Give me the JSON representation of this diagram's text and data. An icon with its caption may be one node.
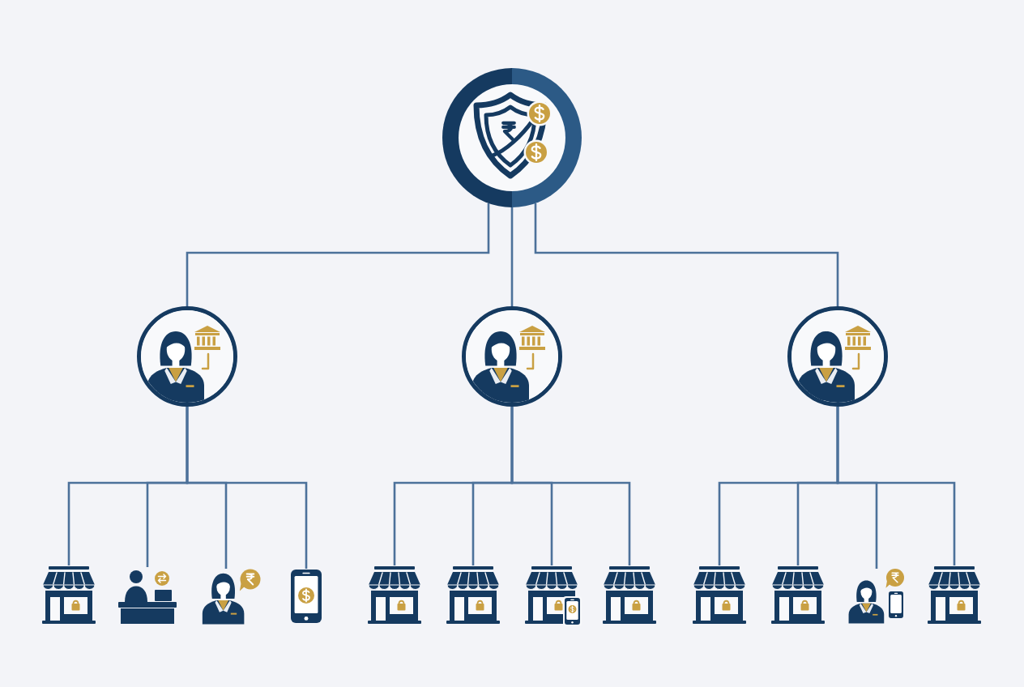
{
  "diagram": {
    "nodes": [
      {
        "text": [],
        "shape": "circle"
      },
      {
        "text": [],
        "shape": "circle"
      },
      {
        "text": [],
        "shape": "circle"
      },
      {
        "text": [],
        "shape": "circle"
      },
      {
        "text": [],
        "shape": "picture"
      },
      {
        "text": [],
        "shape": "picture"
      },
      {
        "text": [],
        "shape": "picture"
      },
      {
        "text": [],
        "shape": "picture"
      },
      {
        "text": [],
        "shape": "picture"
      },
      {
        "text": [],
        "shape": "picture"
      },
      {
        "text": [],
        "shape": "picture"
      },
      {
        "text": [],
        "shape": "picture"
      },
      {
        "text": [],
        "shape": "picture"
      },
      {
        "text": [],
        "shape": "picture"
      },
      {
        "text": [],
        "shape": "picture"
      },
      {
        "text": [],
        "shape": "picture"
      }
    ],
    "edges": [
      {
        "from": 0,
        "to": 1,
        "arrow": "none"
      },
      {
        "from": 0,
        "to": 2,
        "arrow": "none"
      },
      {
        "from": 0,
        "to": 3,
        "arrow": "none"
      },
      {
        "from": 1,
        "to": 4,
        "arrow": "none"
      },
      {
        "from": 1,
        "to": 5,
        "arrow": "none"
      },
      {
        "from": 1,
        "to": 6,
        "arrow": "none"
      },
      {
        "from": 1,
        "to": 7,
        "arrow": "none"
      },
      {
        "from": 2,
        "to": 8,
        "arrow": "none"
      },
      {
        "from": 2,
        "to": 9,
        "arrow": "none"
      },
      {
        "from": 2,
        "to": 10,
        "arrow": "none"
      },
      {
        "from": 2,
        "to": 11,
        "arrow": "none"
      },
      {
        "from": 3,
        "to": 12,
        "arrow": "none"
      },
      {
        "from": 3,
        "to": 13,
        "arrow": "none"
      },
      {
        "from": 3,
        "to": 14,
        "arrow": "none"
      },
      {
        "from": 3,
        "to": 15,
        "arrow": "none"
      }
    ]
  }
}
